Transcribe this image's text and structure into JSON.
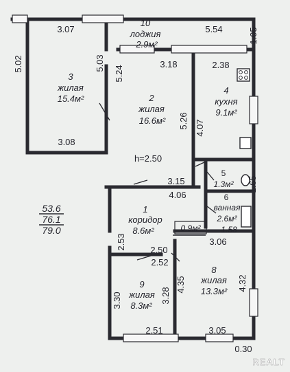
{
  "rooms": [
    {
      "key": "r10",
      "num": "10",
      "name": "лоджия",
      "area": "2.9м²"
    },
    {
      "key": "r3",
      "num": "3",
      "name": "жилая",
      "area": "15.4м²"
    },
    {
      "key": "r2",
      "num": "2",
      "name": "жилая",
      "area": "16.6м²"
    },
    {
      "key": "r4",
      "num": "4",
      "name": "кухня",
      "area": "9.1м²"
    },
    {
      "key": "r5",
      "num": "5",
      "name": "",
      "area": "1.3м²"
    },
    {
      "key": "r6",
      "num": "6",
      "name": "ванная",
      "area": "2.6м²"
    },
    {
      "key": "r1",
      "num": "1",
      "name": "коридор",
      "area": "8.6м²"
    },
    {
      "key": "r7",
      "num": "",
      "name": "",
      "area": "0.9м²"
    },
    {
      "key": "r9",
      "num": "9",
      "name": "жилая",
      "area": "8.3м²"
    },
    {
      "key": "r8",
      "num": "8",
      "name": "жилая",
      "area": "13.3м²"
    }
  ],
  "ceiling_height": "h=2.50",
  "totals": {
    "living": "53.6",
    "total": "76.1",
    "gross": "79.0"
  },
  "dimensions": {
    "d307": "3.07",
    "d554": "5.54",
    "d105": "1.05",
    "d502": "5.02",
    "d503": "5.03",
    "d524": "5.24",
    "d318": "3.18",
    "d238": "2.38",
    "d526": "5.26",
    "d407": "4.07",
    "d308": "3.08",
    "d315": "3.15",
    "d406": "4.06",
    "d165": "1.65",
    "d158": "1.58",
    "d253": "2.53",
    "d306": "3.06",
    "d250": "2.50",
    "d252": "2.52",
    "d330": "3.30",
    "d328": "3.28",
    "d435": "4.35",
    "d432": "4.32",
    "d251": "2.51",
    "d305": "3.05",
    "d030": "0.30"
  },
  "watermark": "REALT"
}
